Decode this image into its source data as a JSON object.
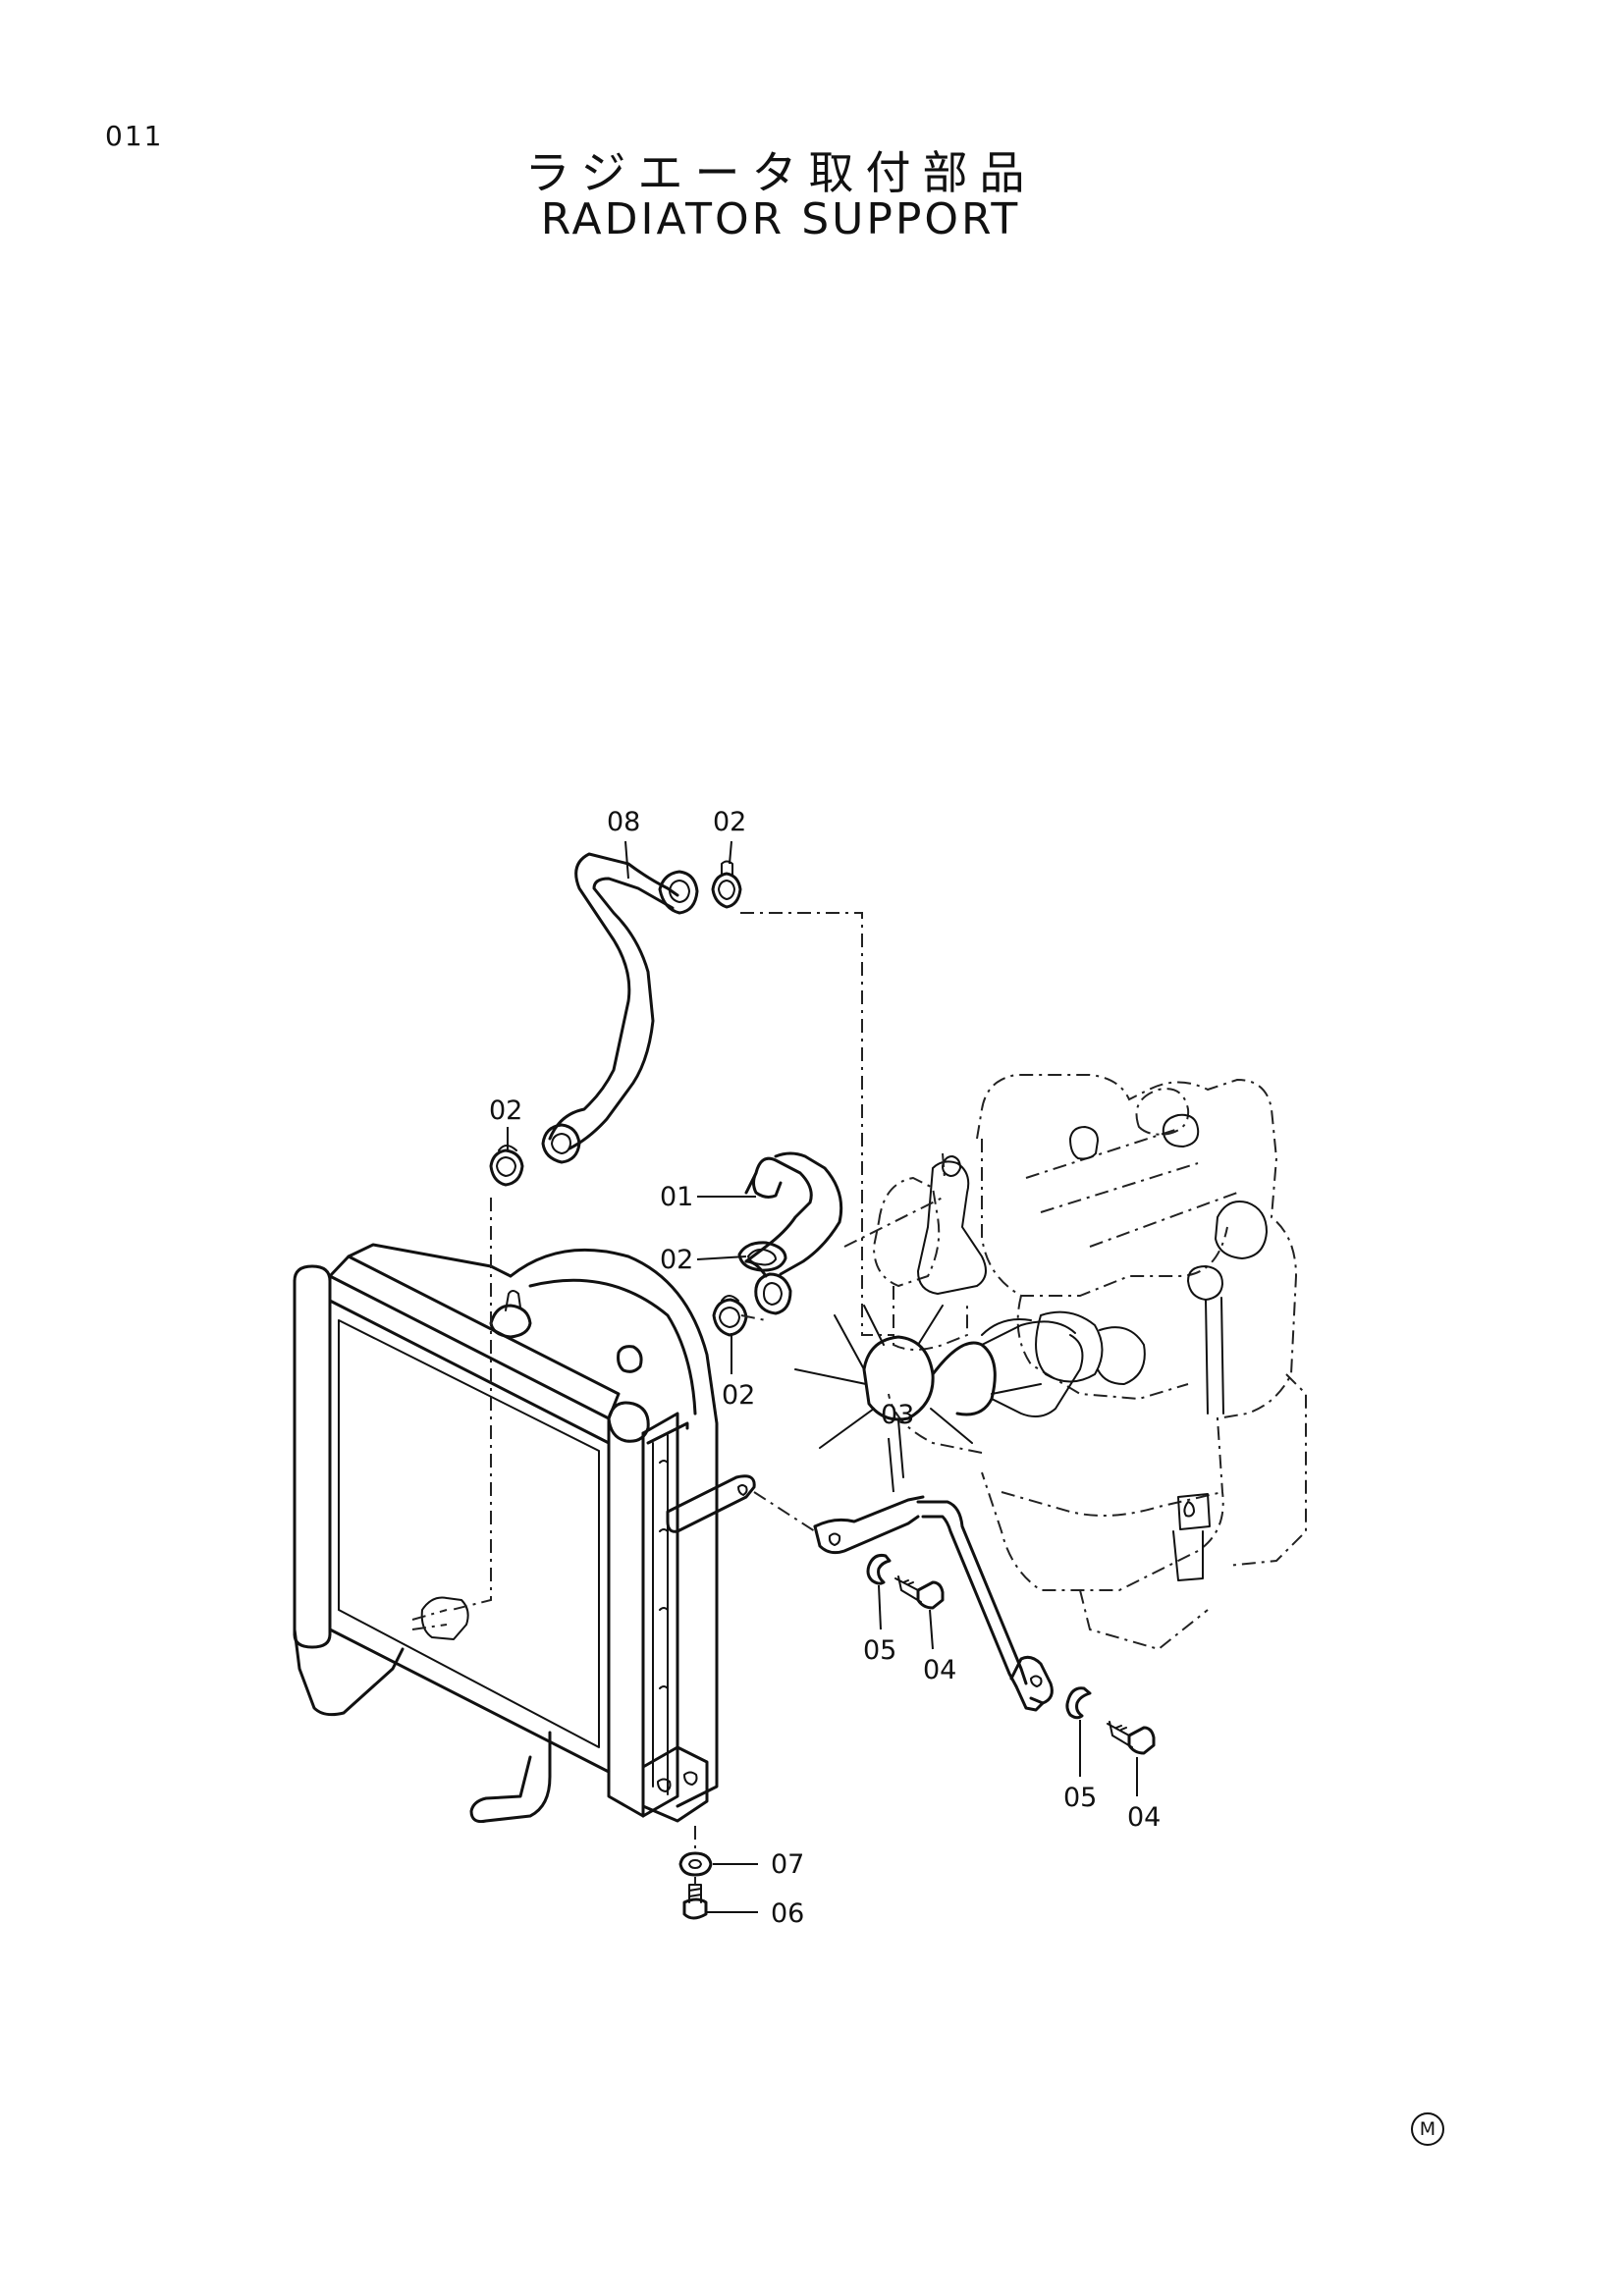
{
  "page_number": "011",
  "title_ja": "ラジエータ取付部品",
  "title_en": "RADIATOR SUPPORT",
  "callouts": {
    "c08": "08",
    "c02_top": "02",
    "c02_left": "02",
    "c01": "01",
    "c02_mid": "02",
    "c02_low": "02",
    "c03": "03",
    "c05_a": "05",
    "c04_a": "04",
    "c05_b": "05",
    "c04_b": "04",
    "c07": "07",
    "c06": "06"
  },
  "mfg_mark": "M"
}
